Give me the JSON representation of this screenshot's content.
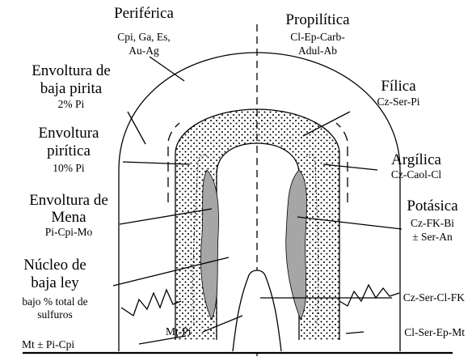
{
  "zones": {
    "periferica": {
      "name": "Periférica",
      "minerals": [
        "Cpi, Ga, Es,",
        "Au-Ag"
      ]
    },
    "propilitica": {
      "name": "Propilítica",
      "minerals": [
        "Cl-Ep-Carb-",
        "Adul-Ab"
      ]
    },
    "envoltura_baja_pirita": {
      "name": [
        "Envoltura de",
        "baja pirita"
      ],
      "minerals": "2% Pi"
    },
    "filica": {
      "name": "Fílica",
      "minerals": "Cz-Ser-Pi"
    },
    "envoltura_piritica": {
      "name": [
        "Envoltura",
        "pirítica"
      ],
      "minerals": "10% Pi"
    },
    "argilica": {
      "name": "Argílica",
      "minerals": "Cz-Caol-Cl"
    },
    "envoltura_mena": {
      "name": [
        "Envoltura de",
        "Mena"
      ],
      "minerals": "Pi-Cpi-Mo"
    },
    "potasica": {
      "name": "Potásica",
      "minerals": [
        "Cz-FK-Bi",
        "± Ser-An"
      ]
    },
    "nucleo_baja_ley": {
      "name": [
        "Núcleo de",
        "baja ley"
      ],
      "minerals": [
        "bajo % total de",
        "sulfuros"
      ]
    },
    "cz_ser_cl_fk": {
      "label": "Cz-Ser-Cl-FK"
    },
    "mt_pi": {
      "label": "Mt-Pi"
    },
    "cl_ser_ep_mt": {
      "label": "Cl-Ser-Ep-Mt"
    },
    "mt_pi_cpi": {
      "label": "Mt ± Pi-Cpi"
    }
  }
}
